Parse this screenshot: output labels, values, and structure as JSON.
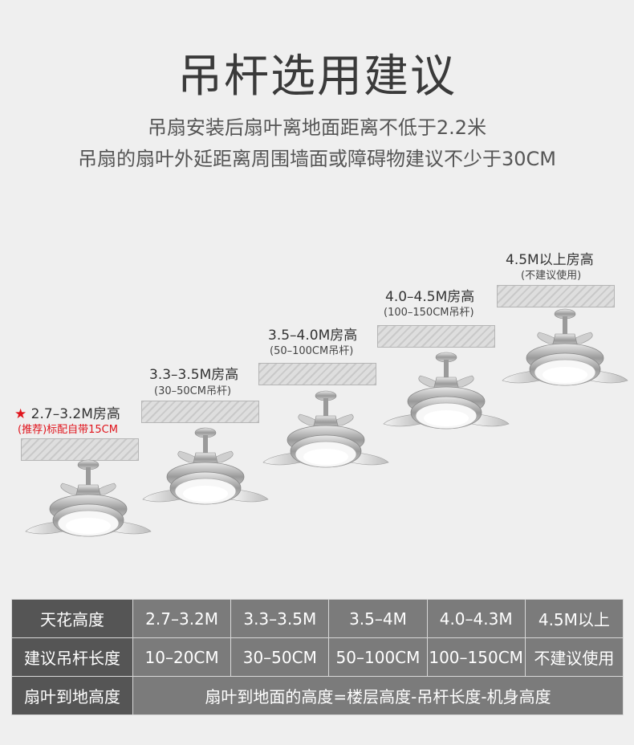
{
  "title": "吊杆选用建议",
  "subtitle_1": "吊扇安装后扇叶离地面距离不低于2.2米",
  "subtitle_2": "吊扇的扇叶外延距离周围墙面或障碍物建议不少于30CM",
  "steps": [
    {
      "label": "2.7–3.2M房高",
      "note": "(推荐)标配自带15CM",
      "star": "★"
    },
    {
      "label": "3.3–3.5M房高",
      "note": "(30–50CM吊杆)"
    },
    {
      "label": "3.5–4.0M房高",
      "note": "(50–100CM吊杆)"
    },
    {
      "label": "4.0–4.5M房高",
      "note": "(100–150CM吊杆)"
    },
    {
      "label": "4.5M以上房高",
      "note": "(不建议使用)"
    }
  ],
  "table": {
    "rows": [
      {
        "header": "天花高度",
        "cells": [
          "2.7–3.2M",
          "3.3–3.5M",
          "3.5–4M",
          "4.0–4.3M",
          "4.5M以上"
        ]
      },
      {
        "header": "建议吊杆长度",
        "cells": [
          "10–20CM",
          "30–50CM",
          "50–100CM",
          "100–150CM",
          "不建议使用"
        ]
      },
      {
        "header": "扇叶到地高度",
        "merged": "扇叶到地面的高度=楼层高度-吊杆长度-机身高度"
      }
    ]
  },
  "colors": {
    "accent_red": "#e0141c",
    "table_header": "#555555",
    "table_cell": "#7b7b7b"
  }
}
